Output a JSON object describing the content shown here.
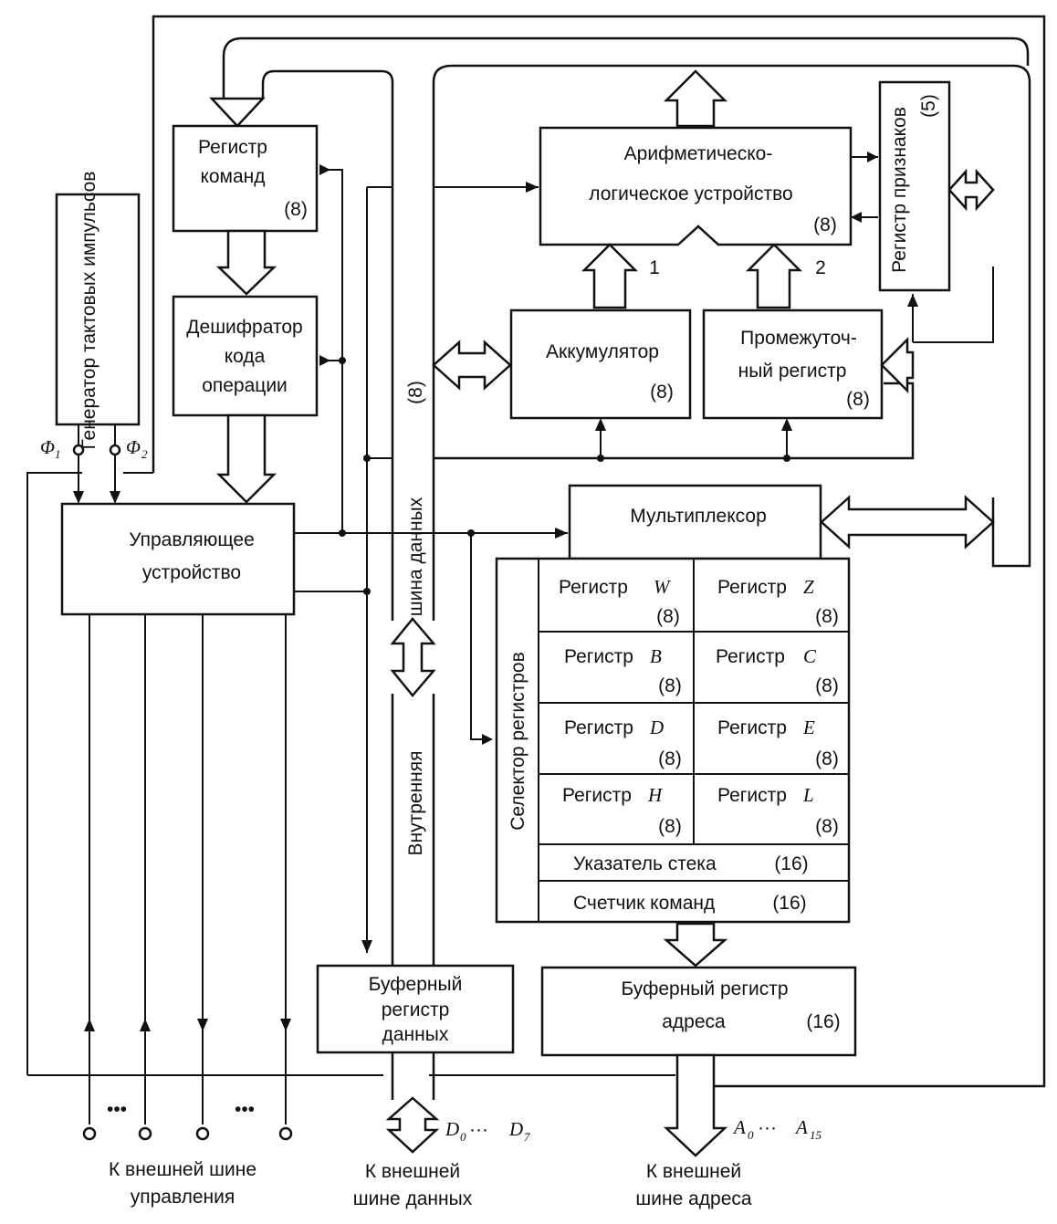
{
  "blocks": {
    "clock_generator": "Генератор тактовых импульсов",
    "phase1": "Φ",
    "phase1_sub": "1",
    "phase2": "Φ",
    "phase2_sub": "2",
    "instr_reg": [
      "Регистр",
      "команд",
      "(8)"
    ],
    "decoder": [
      "Дешифратор",
      "кода",
      "операции"
    ],
    "control": [
      "Управляющее",
      "устройство"
    ],
    "alu": [
      "Арифметическо-",
      "логическое устройство",
      "(8)"
    ],
    "flags": "Регистр признаков",
    "flags_size": "(5)",
    "alu_in1": "1",
    "alu_in2": "2",
    "accumulator": [
      "Аккумулятор",
      "(8)"
    ],
    "temp_reg": [
      "Промежуточ-",
      "ный регистр",
      "(8)"
    ],
    "internal_bus": "Внутренняя",
    "internal_bus2": "шина данных",
    "internal_bus_size": "(8)",
    "mux": "Мультиплексор",
    "selector": "Селектор регистров",
    "reg_prefix": "Регистр",
    "reg_w": "W",
    "reg_z": "Z",
    "reg_b": "B",
    "reg_c": "C",
    "reg_d": "D",
    "reg_e": "E",
    "reg_h": "H",
    "reg_l": "L",
    "size8": "(8)",
    "stack_ptr": "Указатель стека",
    "pc": "Счетчик команд",
    "size16": "(16)",
    "data_buf": [
      "Буферный",
      "регистр",
      "данных"
    ],
    "addr_buf": [
      "Буферный регистр",
      "адреса",
      "(16)"
    ],
    "data_pins_d": "D",
    "data_pins_0": "0",
    "data_pins_dots": "···",
    "data_pins_7": "7",
    "addr_pins_a": "A",
    "addr_pins_0": "0",
    "addr_pins_dots": "···",
    "addr_pins_15": "15",
    "ctrl_dots": "•••",
    "ext_ctrl": [
      "К внешней шине",
      "управления"
    ],
    "ext_data": [
      "К внешней",
      "шине данных"
    ],
    "ext_addr": [
      "К внешней",
      "шине адреса"
    ]
  }
}
